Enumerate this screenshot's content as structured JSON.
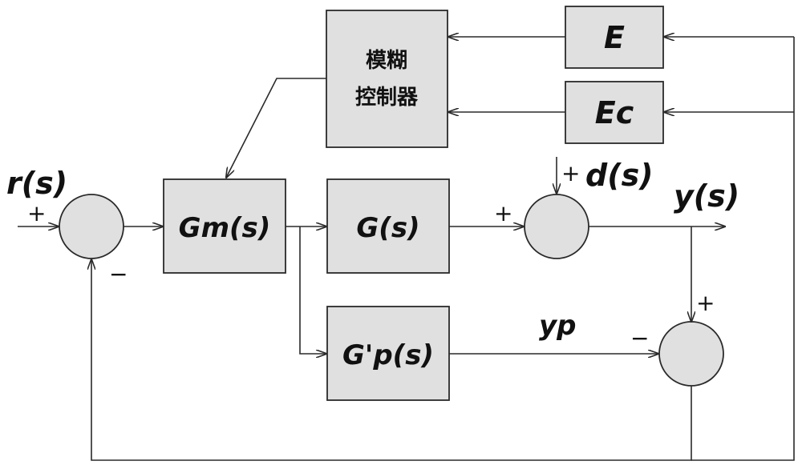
{
  "blocks": {
    "fuzzy": {
      "line1": "模糊",
      "line2": "控制器"
    },
    "e": "E",
    "ec": "Ec",
    "gm": "Gm(s)",
    "g": "G(s)",
    "gp": "G'p(s)"
  },
  "signals": {
    "r": "r(s)",
    "d": "d(s)",
    "y": "y(s)",
    "yp": "yp"
  },
  "signs": {
    "sum1_plus": "+",
    "sum1_minus": "−",
    "sum2_plus_left": "+",
    "sum2_plus_top": "+",
    "sum3_plus": "+",
    "sum3_minus": "−"
  },
  "colors": {
    "block_fill": "#e0e0e0",
    "line": "#2a2a2a"
  }
}
